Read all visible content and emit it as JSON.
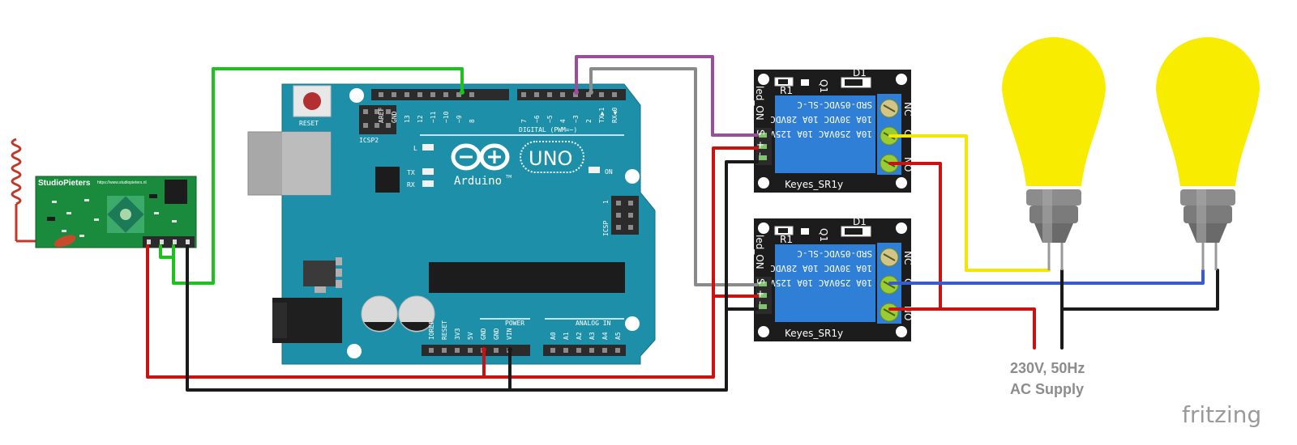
{
  "colors": {
    "wire_green": "#1ec21e",
    "wire_purple": "#9b4d9b",
    "wire_gray": "#8a8a8a",
    "wire_red": "#cc1111",
    "wire_black": "#1a1a1a",
    "wire_yellow": "#f3e600",
    "wire_blue": "#3a5bd0",
    "arduino_board": "#1e8fa8",
    "relay_board": "#1c1c1c",
    "relay_body": "#2f7fd6",
    "receiver_board": "#1a8a3c",
    "bulb": "#f8ec00",
    "bulb_base": "#7b7b7b"
  },
  "receiver": {
    "brand": "StudioPieters",
    "url": "https://www.studiopieters.nl",
    "icons": [
      "antenna-coil-icon",
      "chip-icon"
    ]
  },
  "arduino": {
    "reset_label": "RESET",
    "icsp2_label": "ICSP2",
    "icsp_label": "ICSP",
    "logo_text": "Arduino",
    "tm_mark": "TM",
    "model": "UNO",
    "digital_label": "DIGITAL (PWM=~)",
    "on_label": "ON",
    "l_label": "L",
    "tx_label": "TX",
    "rx_label": "RX",
    "top_pins": [
      "AREF",
      "GND",
      "13",
      "12",
      "~11",
      "~10",
      "~9",
      "8",
      "7",
      "~6",
      "~5",
      "4",
      "~3",
      "2",
      "TX▶1",
      "RX◀0"
    ],
    "power_label": "POWER",
    "power_pins": [
      "IOREF",
      "RESET",
      "3V3",
      "5V",
      "GND",
      "GND",
      "VIN"
    ],
    "analog_label": "ANALOG IN",
    "analog_pins": [
      "A0",
      "A1",
      "A2",
      "A3",
      "A4",
      "A5"
    ],
    "icsp_pin1": "1"
  },
  "relays": [
    {
      "name": "Keyes_SR1y",
      "model": "SRD-05VDC-SL-C",
      "rating1": "10A 250VAC 10A 125VAC",
      "rating2": "10A 30VDC 10A 28VDC",
      "diode": "D1",
      "resistor": "R1",
      "q": "Q1",
      "contacts": [
        "NC",
        "C",
        "NO"
      ],
      "inputs": [
        "S",
        "+",
        "-"
      ],
      "led": "led_ON"
    },
    {
      "name": "Keyes_SR1y",
      "model": "SRD-05VDC-SL-C",
      "rating1": "10A 250VAC 10A 125VAC",
      "rating2": "10A 30VDC 10A 28VDC",
      "diode": "D1",
      "resistor": "R1",
      "q": "Q1",
      "contacts": [
        "NC",
        "C",
        "NO"
      ],
      "inputs": [
        "S",
        "+",
        "-"
      ],
      "led": "led_ON"
    }
  ],
  "bulbs": [
    {
      "icon": "light-bulb-icon"
    },
    {
      "icon": "light-bulb-icon"
    }
  ],
  "supply": {
    "line1": "230V, 50Hz",
    "line2": "AC Supply"
  },
  "watermark": "fritzing"
}
